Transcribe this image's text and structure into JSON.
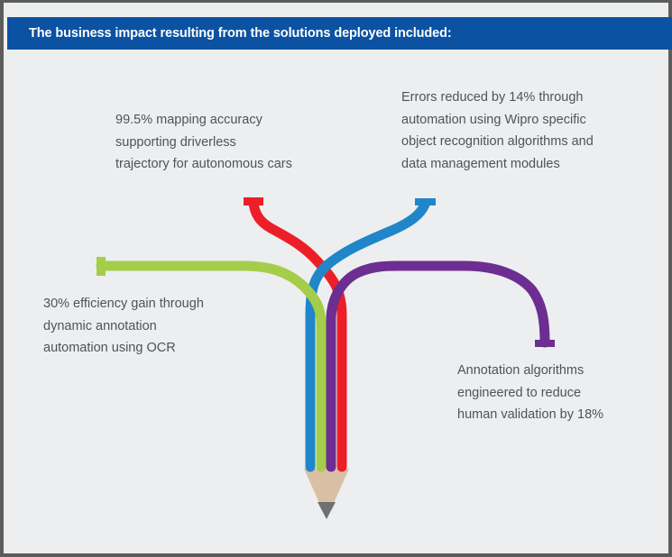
{
  "header": {
    "title": "The business impact resulting from the solutions deployed included:"
  },
  "colors": {
    "banner": "#0b52a2",
    "frame_border": "#5c5c5c",
    "background": "#edeef0",
    "text": "#505357",
    "red": "#ec1f28",
    "blue": "#2086c9",
    "green": "#a4cd4a",
    "purple": "#6c2e91",
    "pencil_wood": "#d9c0a4",
    "pencil_graphite": "#6f7171"
  },
  "callouts": [
    {
      "id": "mapping",
      "color": "red",
      "lines": [
        "99.5% mapping accuracy",
        "supporting driverless",
        "trajectory for autonomous cars"
      ]
    },
    {
      "id": "errors",
      "color": "blue",
      "lines": [
        "Errors reduced by 14% through",
        "automation using Wipro specific",
        "object recognition algorithms and",
        "data management modules"
      ]
    },
    {
      "id": "efficiency",
      "color": "green",
      "lines": [
        "30% efficiency gain through",
        "dynamic annotation",
        "automation using OCR"
      ]
    },
    {
      "id": "annotation",
      "color": "purple",
      "lines": [
        "Annotation algorithms",
        "engineered to reduce",
        "human validation by 18%"
      ]
    }
  ]
}
